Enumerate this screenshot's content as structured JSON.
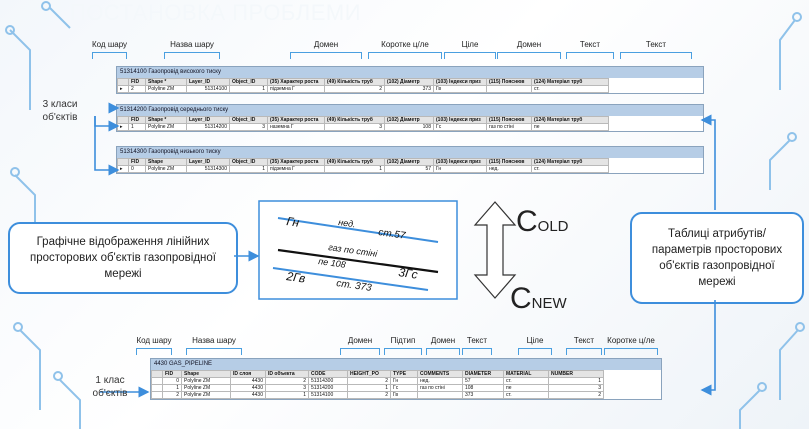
{
  "title": "ПОСТАНОВКА ПРОБЛЕМИ",
  "top_labels": [
    "Код шару",
    "Назва шару",
    "Домен",
    "Коротке ц/ле",
    "Ціле",
    "Домен",
    "Текст",
    "Текст"
  ],
  "top_tables": [
    {
      "title": "51314100 Газопровід високого тиску",
      "headers": [
        "FID",
        "Shape *",
        "Layer_ID",
        "Object_ID",
        "(35) Характер роста",
        "(49) Кількість труб",
        "(102) Діаметр",
        "(103) Індекси приз",
        "(115) Пояснюв",
        "(124) Матеріал труб"
      ],
      "rows": [
        [
          "2",
          "Polyline ZM",
          "51314100",
          "1",
          "підземна Г",
          "2",
          "373",
          "Гв",
          "",
          "ст."
        ]
      ]
    },
    {
      "title": "51314200 Газопровід середнього тиску",
      "headers": [
        "FID",
        "Shape *",
        "Layer_ID",
        "Object_ID",
        "(35) Характер роста",
        "(49) Кількість труб",
        "(102) Діаметр",
        "(103) Індекси приз",
        "(115) Пояснюв",
        "(124) Матеріал труб"
      ],
      "rows": [
        [
          "1",
          "Polyline ZM",
          "51314200",
          "3",
          "наземна Г",
          "3",
          "108",
          "Гс",
          "газ по стіні",
          "пе"
        ]
      ]
    },
    {
      "title": "51314300 Газопровід низького тиску",
      "headers": [
        "FID",
        "Shape",
        "Layer_ID",
        "Object_ID",
        "(35) Характер роста",
        "(49) Кількість труб",
        "(102) Діаметр",
        "(103) Індекси приз",
        "(115) Пояснюв",
        "(124) Матеріал труб"
      ],
      "rows": [
        [
          "0",
          "Polyline ZM",
          "51314300",
          "1",
          "підземна Г",
          "1",
          "57",
          "Гн",
          "нед.",
          "ст."
        ]
      ]
    }
  ],
  "left_label": "3 класи об'єктів",
  "left_bubble": "Графічне відображення лінійних просторових об'єктів газопровідної мережі",
  "right_bubble": "Таблиці атрибутів/параметрів просторових об'єктів газопровідної мережі",
  "c_old": {
    "base": "C",
    "sub": "OLD"
  },
  "c_new": {
    "base": "C",
    "sub": "NEW"
  },
  "diagram": {
    "top_code": "Гн",
    "top_note": "нед.",
    "top_mat": "ст.57",
    "mid_note": "газ по стіні",
    "mid_val": "пе 108",
    "mid_code": "3Гс",
    "bot_code": "2Гв",
    "bot_mat": "ст. 373"
  },
  "bottom_labels": [
    "Код шару",
    "Назва шару",
    "Домен",
    "Підтип",
    "Домен",
    "Текст",
    "Ціле",
    "Текст",
    "Коротке ц/ле"
  ],
  "bottom_label": "1 клас об'єктів",
  "bottom_table": {
    "title": "4430 GAS_PIPELINE",
    "headers": [
      "FID",
      "Shape",
      "ID слоя",
      "ID объекта",
      "CODE",
      "HEIGHT_PO",
      "TYPE",
      "COMMENTS",
      "DIAMETER",
      "MATERIAL",
      "NUMBER"
    ],
    "rows": [
      [
        "0",
        "Polyline ZM",
        "4430",
        "2",
        "51314300",
        "2",
        "Гн",
        "нед.",
        "57",
        "ст.",
        "1"
      ],
      [
        "1",
        "Polyline ZM",
        "4430",
        "3",
        "51314200",
        "1",
        "Гс",
        "газ по стіні",
        "108",
        "пе",
        "3"
      ],
      [
        "2",
        "Polyline ZM",
        "4430",
        "1",
        "51314100",
        "2",
        "Гв",
        "",
        "373",
        "ст.",
        "2"
      ]
    ]
  },
  "colors": {
    "accent": "#3d8edc",
    "table_bar": "#b6cde6",
    "line_dark": "#111111"
  }
}
